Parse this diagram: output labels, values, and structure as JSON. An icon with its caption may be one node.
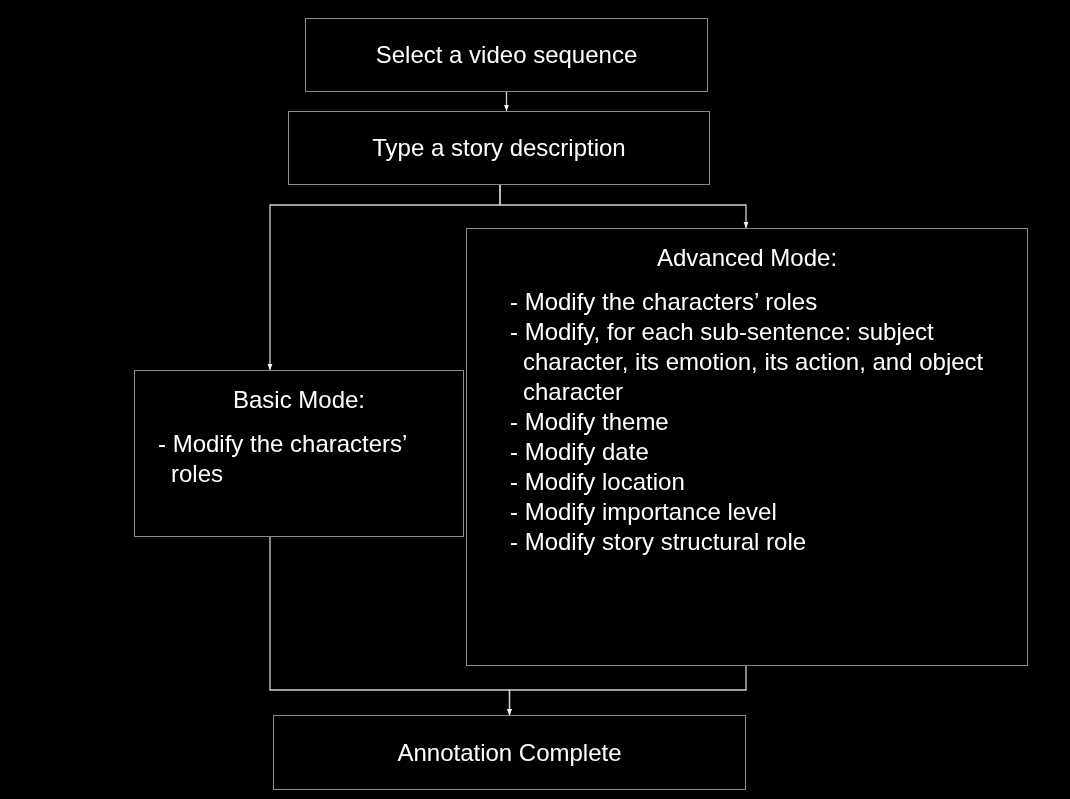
{
  "diagram": {
    "nodes": [
      {
        "text": [
          "Select a video sequence"
        ]
      },
      {
        "text": [
          "Type a story description"
        ]
      },
      {
        "text": [
          "Basic Mode:",
          "- Modify the characters’ roles"
        ]
      },
      {
        "text": [
          "Advanced Mode:",
          "- Modify the characters’ roles",
          "- Modify, for each sub-sentence: subject character, its emotion, its action, and object character",
          "- Modify theme",
          "- Modify date",
          "- Modify location",
          "- Modify importance level",
          "- Modify story structural role"
        ]
      },
      {
        "text": [
          "Annotation Complete"
        ]
      }
    ],
    "edges": [
      {
        "from": 0,
        "to": 1,
        "arrow": "to"
      },
      {
        "from": 1,
        "to": 2,
        "arrow": "to"
      },
      {
        "from": 1,
        "to": 3,
        "arrow": "to"
      },
      {
        "from": 2,
        "to": 4,
        "arrow": "to"
      },
      {
        "from": 3,
        "to": 4,
        "arrow": "to"
      }
    ]
  }
}
